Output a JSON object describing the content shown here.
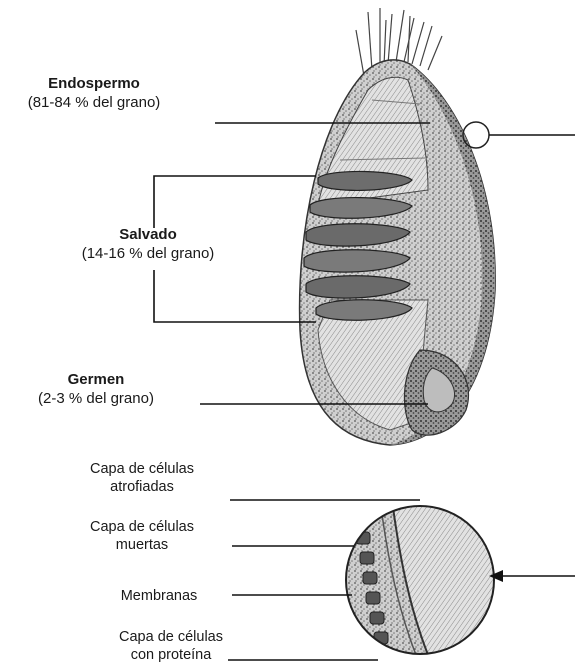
{
  "labels": {
    "endosperm": {
      "title": "Endospermo",
      "detail": "(81-84 % del grano)"
    },
    "bran": {
      "title": "Salvado",
      "detail": "(14-16 % del grano)"
    },
    "germ": {
      "title": "Germen",
      "detail": "(2-3 % del grano)"
    },
    "atrophied": {
      "line1": "Capa de células",
      "line2": "atrofiadas"
    },
    "dead": {
      "line1": "Capa de células",
      "line2": "muertas"
    },
    "membranes": {
      "text": "Membranas"
    },
    "protein": {
      "line1": "Capa de células",
      "line2": "con proteína"
    }
  }
}
